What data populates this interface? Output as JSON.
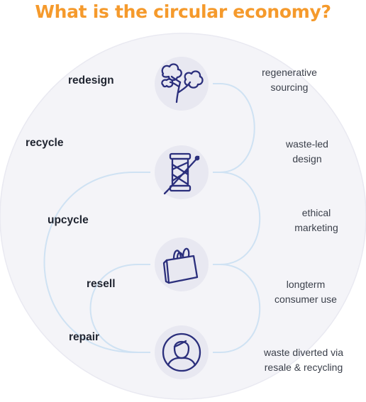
{
  "title": "What is the circular economy?",
  "left_labels": [
    "redesign",
    "recycle",
    "upcycle",
    "resell",
    "repair"
  ],
  "right_labels": [
    [
      "regenerative",
      "sourcing"
    ],
    [
      "waste-led",
      "design"
    ],
    [
      "ethical",
      "marketing"
    ],
    [
      "longterm",
      "consumer use"
    ],
    [
      "waste diverted via",
      "resale & recycling"
    ]
  ],
  "icons": [
    "cotton-plant-icon",
    "thread-spool-needle-icon",
    "shopping-bag-icon",
    "person-icon"
  ],
  "colors": {
    "title": "#f59a2c",
    "icon_stroke": "#2b2f7c",
    "icon_bg": "#e8e8f1",
    "circle_bg": "#f4f4f8",
    "connector": "#cfe2f3"
  }
}
